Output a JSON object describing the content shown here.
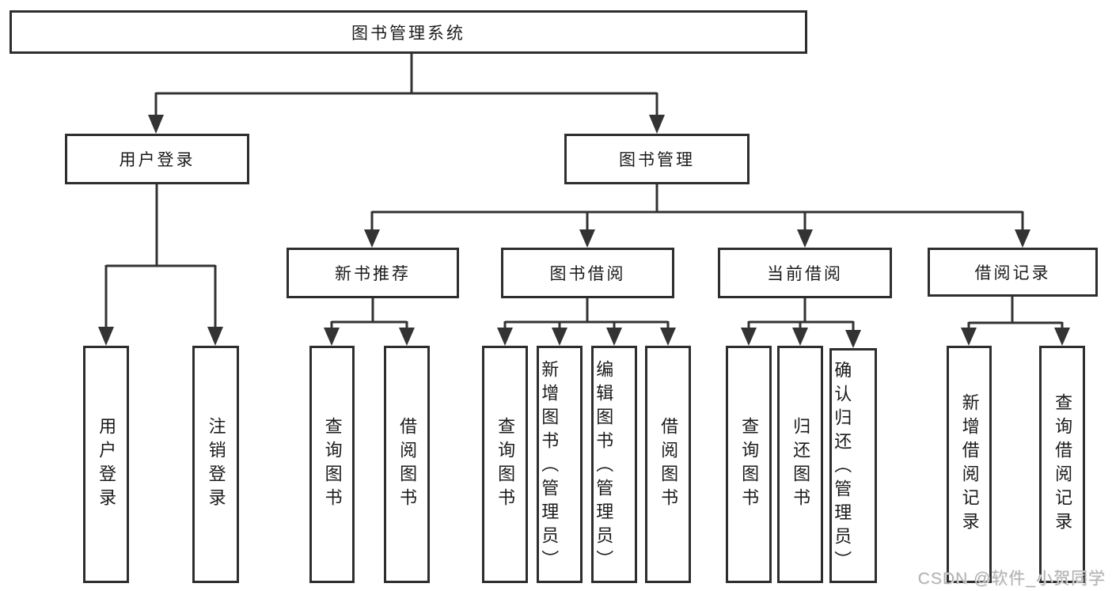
{
  "diagram": {
    "type": "hierarchy-tree",
    "colors": {
      "line": "#333333",
      "box_border": "#2e2e2e",
      "box_fill": "#ffffff",
      "text": "#1b1b1b",
      "watermark": "#b2b2b2",
      "background": "#ffffff"
    },
    "tree": {
      "root": {
        "label": "图书管理系统",
        "children": [
          {
            "label": "用户登录",
            "children": [
              {
                "label": "用户登录"
              },
              {
                "label": "注销登录"
              }
            ]
          },
          {
            "label": "图书管理",
            "children": [
              {
                "label": "新书推荐",
                "children": [
                  {
                    "label": "查询图书"
                  },
                  {
                    "label": "借阅图书"
                  }
                ]
              },
              {
                "label": "图书借阅",
                "children": [
                  {
                    "label": "查询图书"
                  },
                  {
                    "label": "新增图书（管理员）"
                  },
                  {
                    "label": "编辑图书（管理员）"
                  },
                  {
                    "label": "借阅图书"
                  }
                ]
              },
              {
                "label": "当前借阅",
                "children": [
                  {
                    "label": "查询图书"
                  },
                  {
                    "label": "归还图书"
                  },
                  {
                    "label": "确认归还（管理员）"
                  }
                ]
              },
              {
                "label": "借阅记录",
                "children": [
                  {
                    "label": "新增借阅记录"
                  },
                  {
                    "label": "查询借阅记录"
                  }
                ]
              }
            ]
          }
        ]
      }
    }
  },
  "watermark": {
    "text": "CSDN @软件_小贺同学"
  }
}
